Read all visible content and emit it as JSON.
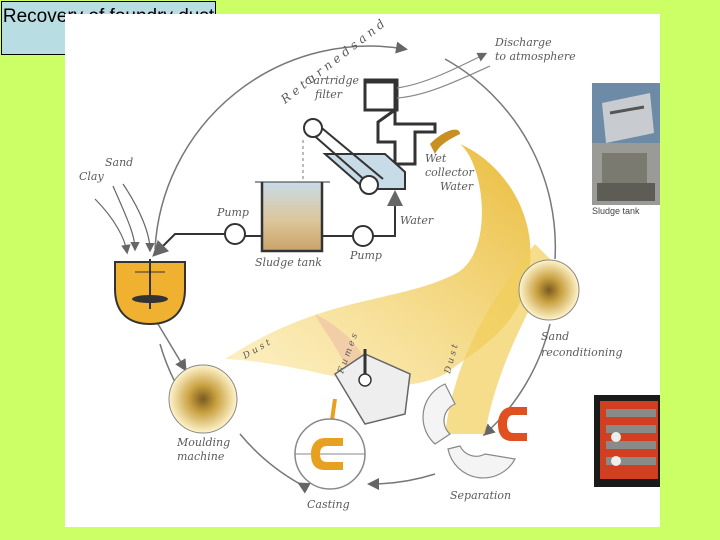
{
  "title": "Recovery of foundry dust",
  "labels": {
    "returned_sand": "R e t u r n e d   s a n d",
    "discharge": "Discharge",
    "discharge2": "to atmosphere",
    "cartridge": "Cartridge",
    "filter": "filter",
    "wet": "Wet",
    "collector": "collector",
    "water_top": "Water",
    "water_bottom": "Water",
    "sand": "Sand",
    "clay": "Clay",
    "pump_left": "Pump",
    "pump_right": "Pump",
    "sludge_tank": "Sludge tank",
    "sand_recon1": "Sand",
    "sand_recon2": "reconditioning",
    "moulding1": "Moulding",
    "moulding2": "machine",
    "casting": "Casting",
    "separation": "Separation",
    "dust": "D u s t",
    "fumes": "F u m e s",
    "dust2": "D u s t"
  },
  "photo_caption": "Sludge tank",
  "colors": {
    "slide_background": "#ccff66",
    "title_box": "#b8dde2",
    "dust": "#e8c040",
    "casting_orange": "#e8a020",
    "mixer_orange": "#f0b030",
    "water_blue": "#b8d0e0",
    "photo_red": "#d04020"
  }
}
